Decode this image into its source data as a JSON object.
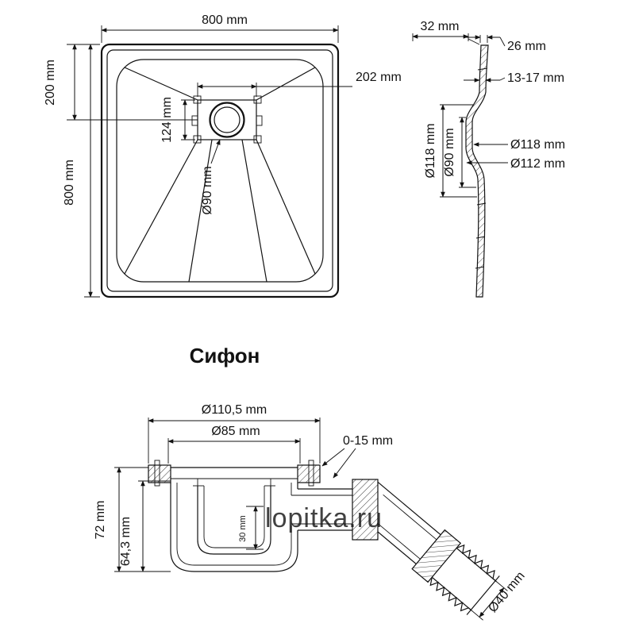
{
  "colors": {
    "ink": "#121212",
    "title": "#2c3e6b",
    "watermark": "#c6c6c6"
  },
  "top_view": {
    "dim_width_top": "800 mm",
    "dim_height_left": "800 mm",
    "dim_offset_left": "200 mm",
    "dim_drain_width": "202 mm",
    "dim_plate_height": "124 mm",
    "dim_drain_hole": "Ø90 mm"
  },
  "side_view": {
    "dim_top_width": "32 mm",
    "dim_rim": "26 mm",
    "dim_thickness": "13-17 mm",
    "dim_d118_right": "Ø118 mm",
    "dim_d112_right": "Ø112 mm",
    "dim_d118_left": "Ø118 mm",
    "dim_d90_left": "Ø90 mm"
  },
  "siphon": {
    "title": "Сифон",
    "dim_d110": "Ø110,5 mm",
    "dim_d85": "Ø85 mm",
    "dim_adjust": "0-15 mm",
    "dim_h72": "72 mm",
    "dim_h64": "64,3 mm",
    "dim_h30": "30 mm",
    "dim_d40": "Ø40 mm"
  },
  "watermark": {
    "text": "lopitka.ru"
  }
}
